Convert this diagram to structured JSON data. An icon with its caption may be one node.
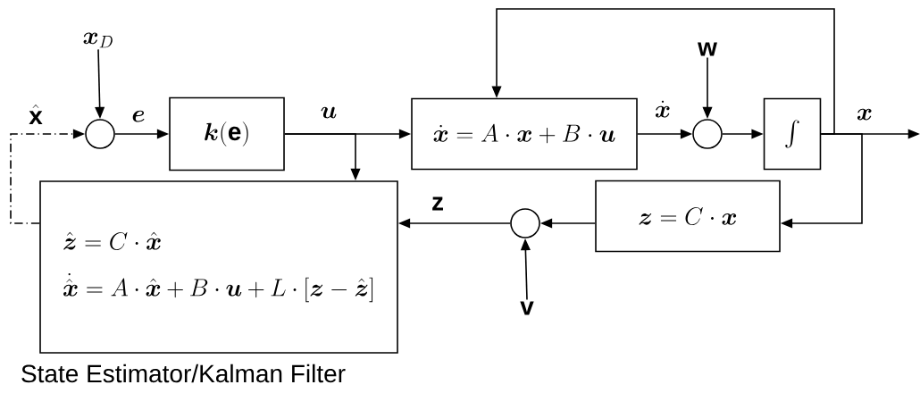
{
  "diagram": {
    "nodes": [
      {
        "text": [
          "\\boldsymbol{x}_D"
        ]
      },
      {
        "text": [],
        "shape": "circle"
      },
      {
        "text": [
          "\\boldsymbol{k}(\\mathbf{e})"
        ]
      },
      {
        "text": [
          "\\dot{\\boldsymbol{x}} = A\\cdot\\boldsymbol{x} + B\\cdot\\boldsymbol{u}"
        ]
      },
      {
        "text": [
          "\\mathbf{w}"
        ]
      },
      {
        "text": [],
        "shape": "circle"
      },
      {
        "text": [
          "\\int"
        ]
      },
      {
        "text": [
          "\\boldsymbol{z} = C\\cdot\\boldsymbol{x}"
        ]
      },
      {
        "text": [],
        "shape": "circle"
      },
      {
        "text": [
          "\\mathbf{v}"
        ]
      },
      {
        "text": [
          "\\hat{\\boldsymbol{z}} = C\\cdot\\hat{\\boldsymbol{x}}",
          "\\dot{\\hat{\\boldsymbol{x}}} = A\\cdot\\hat{\\boldsymbol{x}} + B\\cdot\\boldsymbol{u} + L\\cdot\\left[\\boldsymbol{z} - \\hat{\\boldsymbol{z}}\\right]"
        ],
        "beside": [
          "State Estimator/Kalman Filter"
        ]
      }
    ],
    "edges": [
      {
        "from": 0,
        "to": 1,
        "arrow": "to"
      },
      {
        "from": 10,
        "to": 1,
        "arrow": "to",
        "style": "dashed",
        "label": "\\hat{\\mathbf{x}}"
      },
      {
        "from": 1,
        "to": 2,
        "arrow": "to",
        "label": "\\boldsymbol{e}"
      },
      {
        "from": 2,
        "to": 3,
        "arrow": "to",
        "label": "\\boldsymbol{u}"
      },
      {
        "from": 2,
        "to": 10,
        "arrow": "to"
      },
      {
        "from": 3,
        "to": 5,
        "arrow": "to",
        "label": "\\dot{\\boldsymbol{x}}"
      },
      {
        "from": 4,
        "to": 5,
        "arrow": "to"
      },
      {
        "from": 5,
        "to": 6,
        "arrow": "to"
      },
      {
        "from": 6,
        "to": 3,
        "arrow": "to"
      },
      {
        "from": 6,
        "to": null,
        "arrow": "to",
        "label": "\\boldsymbol{x}"
      },
      {
        "from": 6,
        "to": 7,
        "arrow": "to"
      },
      {
        "from": 7,
        "to": 8,
        "arrow": "to"
      },
      {
        "from": 9,
        "to": 8,
        "arrow": "to"
      },
      {
        "from": 8,
        "to": 10,
        "arrow": "to",
        "label": "\\mathbf{z}"
      }
    ]
  }
}
